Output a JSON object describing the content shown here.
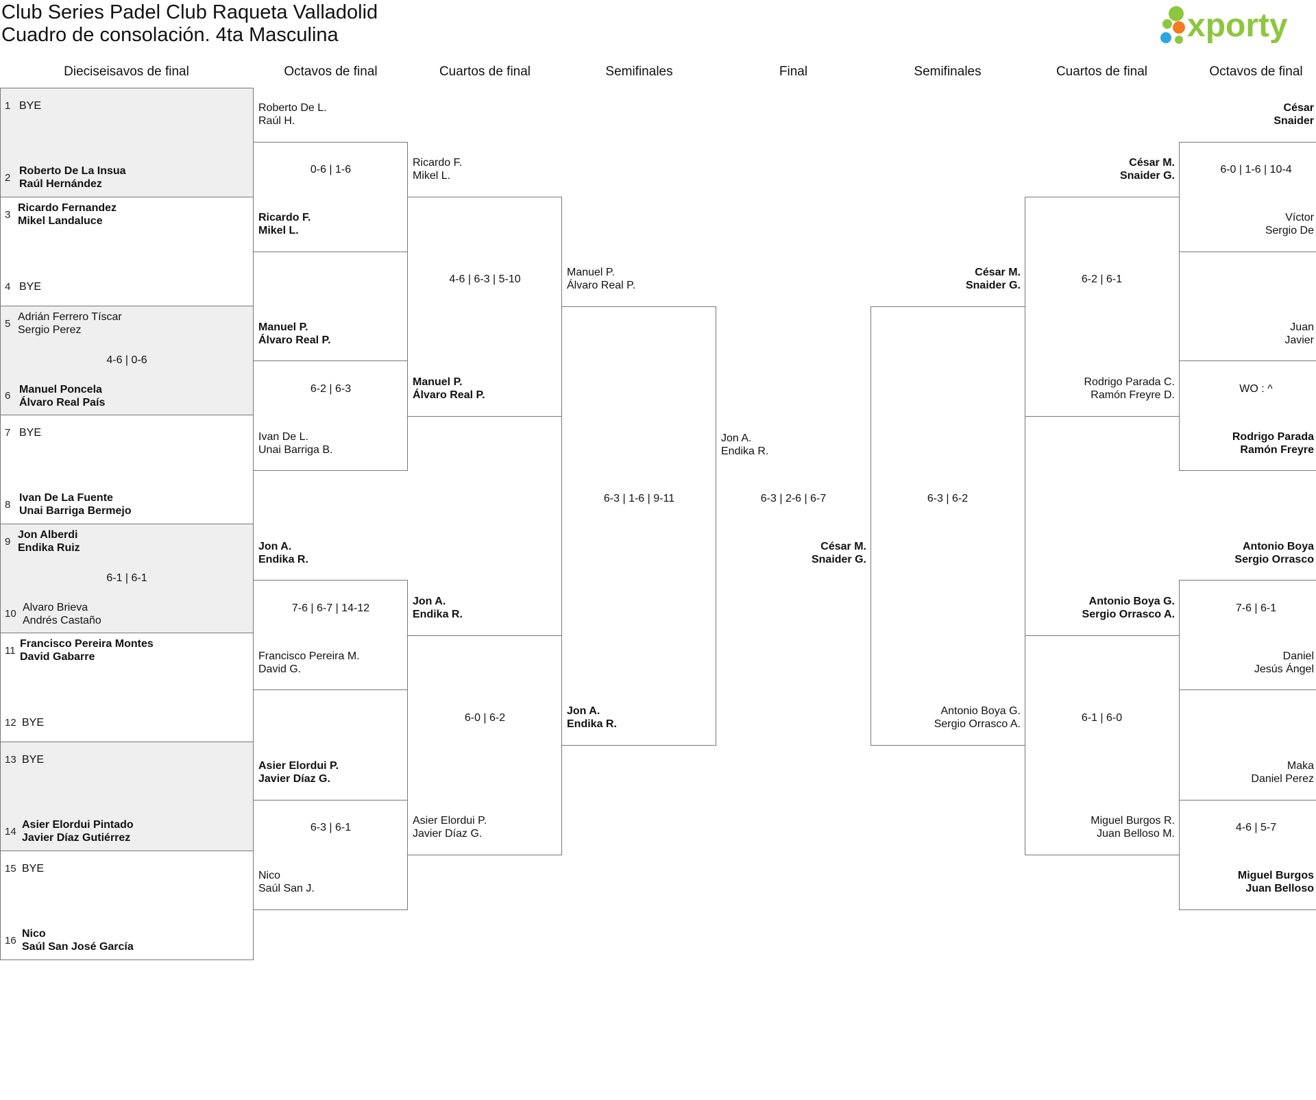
{
  "header": {
    "title": "Club Series Padel Club Raqueta Valladolid",
    "subtitle": "Cuadro de consolación. 4ta Masculina",
    "logo_text": "xporty",
    "logo_colors": [
      "#8dc63f",
      "#2aa7e0",
      "#f47b20"
    ]
  },
  "rounds": [
    "Dieciseisavos de final",
    "Octavos de final",
    "Cuartos de final",
    "Semifinales",
    "Final",
    "Semifinales",
    "Cuartos de final",
    "Octavos de final"
  ],
  "r32": {
    "slots": [
      {
        "seed": "1",
        "p1": "BYE",
        "p2": ""
      },
      {
        "seed": "2",
        "p1": "Roberto De La Insua",
        "p2": "Raúl Hernández"
      },
      {
        "seed": "3",
        "p1": "Ricardo Fernandez",
        "p2": "Mikel Landaluce"
      },
      {
        "seed": "4",
        "p1": "BYE",
        "p2": ""
      },
      {
        "seed": "5",
        "p1": "Adrián Ferrero Tíscar",
        "p2": "Sergio Perez"
      },
      {
        "seed": "6",
        "p1": "Manuel Poncela",
        "p2": "Álvaro Real País"
      },
      {
        "seed": "7",
        "p1": "BYE",
        "p2": ""
      },
      {
        "seed": "8",
        "p1": "Ivan De La Fuente",
        "p2": "Unai Barriga Bermejo"
      },
      {
        "seed": "9",
        "p1": "Jon Alberdi",
        "p2": "Endika Ruiz"
      },
      {
        "seed": "10",
        "p1": "Alvaro Brieva",
        "p2": "Andrés Castaño"
      },
      {
        "seed": "11",
        "p1": "Francisco Pereira Montes",
        "p2": "David Gabarre"
      },
      {
        "seed": "12",
        "p1": "BYE",
        "p2": ""
      },
      {
        "seed": "13",
        "p1": "BYE",
        "p2": ""
      },
      {
        "seed": "14",
        "p1": "Asier Elordui Pintado",
        "p2": "Javier Díaz Gutiérrez"
      },
      {
        "seed": "15",
        "p1": "BYE",
        "p2": ""
      },
      {
        "seed": "16",
        "p1": "Nico",
        "p2": "Saúl San José García"
      }
    ],
    "scores": [
      "",
      "",
      "4-6 | 0-6",
      "",
      "6-1 | 6-1",
      "",
      "",
      ""
    ]
  },
  "left_r16": {
    "teams": [
      {
        "p1": "Roberto De L.",
        "p2": "Raúl H."
      },
      {
        "p1": "Ricardo F.",
        "p2": "Mikel L."
      },
      {
        "p1": "Manuel P.",
        "p2": "Álvaro Real P."
      },
      {
        "p1": "Ivan De L.",
        "p2": "Unai Barriga B."
      },
      {
        "p1": "Jon A.",
        "p2": "Endika R."
      },
      {
        "p1": "Francisco Pereira M.",
        "p2": "David G."
      },
      {
        "p1": "Asier Elordui P.",
        "p2": "Javier Díaz G."
      },
      {
        "p1": "Nico",
        "p2": "Saúl San J."
      }
    ],
    "scores": [
      "0-6 | 1-6",
      "6-2 | 6-3",
      "7-6 | 6-7 | 14-12",
      "6-3 | 6-1"
    ]
  },
  "left_qf": {
    "teams": [
      {
        "p1": "Ricardo F.",
        "p2": "Mikel L."
      },
      {
        "p1": "Manuel P.",
        "p2": "Álvaro Real P."
      },
      {
        "p1": "Jon A.",
        "p2": "Endika R."
      },
      {
        "p1": "Asier Elordui P.",
        "p2": "Javier Díaz G."
      }
    ],
    "scores": [
      "4-6 | 6-3 | 5-10",
      "6-0 | 6-2"
    ]
  },
  "left_sf": {
    "teams": [
      {
        "p1": "Manuel P.",
        "p2": "Álvaro Real P."
      },
      {
        "p1": "Jon A.",
        "p2": "Endika R."
      }
    ],
    "score": "6-3 | 1-6 | 9-11"
  },
  "final": {
    "top": {
      "p1": "Jon A.",
      "p2": "Endika R."
    },
    "bottom": {
      "p1": "César M.",
      "p2": "Snaider G."
    },
    "score": "6-3 | 2-6 | 6-7"
  },
  "right_sf": {
    "teams": [
      {
        "p1": "César M.",
        "p2": "Snaider G."
      },
      {
        "p1": "Antonio Boya G.",
        "p2": "Sergio Orrasco A."
      }
    ],
    "score": "6-3 | 6-2"
  },
  "right_qf": {
    "teams": [
      {
        "p1": "César M.",
        "p2": "Snaider G."
      },
      {
        "p1": "Rodrigo Parada C.",
        "p2": "Ramón Freyre D."
      },
      {
        "p1": "Antonio Boya G.",
        "p2": "Sergio Orrasco A."
      },
      {
        "p1": "Miguel Burgos R.",
        "p2": "Juan Belloso M."
      }
    ],
    "scores": [
      "6-2 | 6-1",
      "6-1 | 6-0"
    ]
  },
  "right_r16": {
    "teams": [
      {
        "p1": "César",
        "p2": "Snaider"
      },
      {
        "p1": "Víctor",
        "p2": "Sergio De"
      },
      {
        "p1": "Juan",
        "p2": "Javier"
      },
      {
        "p1": "Rodrigo Parada",
        "p2": "Ramón Freyre"
      },
      {
        "p1": "Antonio Boya",
        "p2": "Sergio Orrasco"
      },
      {
        "p1": "Daniel",
        "p2": "Jesús Ángel"
      },
      {
        "p1": "Maka",
        "p2": "Daniel Perez"
      },
      {
        "p1": "Miguel Burgos",
        "p2": "Juan Belloso"
      }
    ],
    "scores": [
      "6-0 | 1-6 | 10-4",
      "WO : ^",
      "7-6 | 6-1",
      "4-6 | 5-7"
    ]
  }
}
